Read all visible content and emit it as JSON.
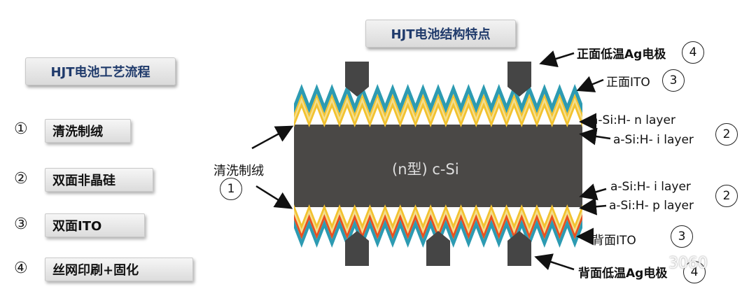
{
  "titles": {
    "process": "HJT电池工艺流程",
    "structure": "HJT电池结构特点"
  },
  "steps": [
    {
      "num": "①",
      "label": "清洗制绒"
    },
    {
      "num": "②",
      "label": "双面非晶硅"
    },
    {
      "num": "③",
      "label": "双面ITO"
    },
    {
      "num": "④",
      "label": "丝网印刷+固化"
    }
  ],
  "diagram": {
    "center_label": "(n型) c-Si",
    "left_label": "清洗制绒",
    "left_num": "1",
    "right_labels": {
      "front_ag": "正面低温Ag电极",
      "front_ito": "正面ITO",
      "n_layer": "a-Si:H- n layer",
      "i_layer_top": "a-Si:H- i layer",
      "i_layer_bottom": "a-Si:H- i layer",
      "p_layer": "a-Si:H- p layer",
      "back_ito": "背面ITO",
      "back_ag": "背面低温Ag电极"
    },
    "right_nums": {
      "front_ag": "4",
      "front_ito": "3",
      "i_top": "2",
      "i_bottom": "2",
      "back_ito": "3",
      "back_ag": "4"
    },
    "colors": {
      "silicon": "#4a4846",
      "ito": "#2d9bb2",
      "i_layer": "#f4de8a",
      "n_layer": "#f2c230",
      "p_layer": "#e8501e",
      "electrode": "#454545"
    }
  },
  "watermark": "3060"
}
